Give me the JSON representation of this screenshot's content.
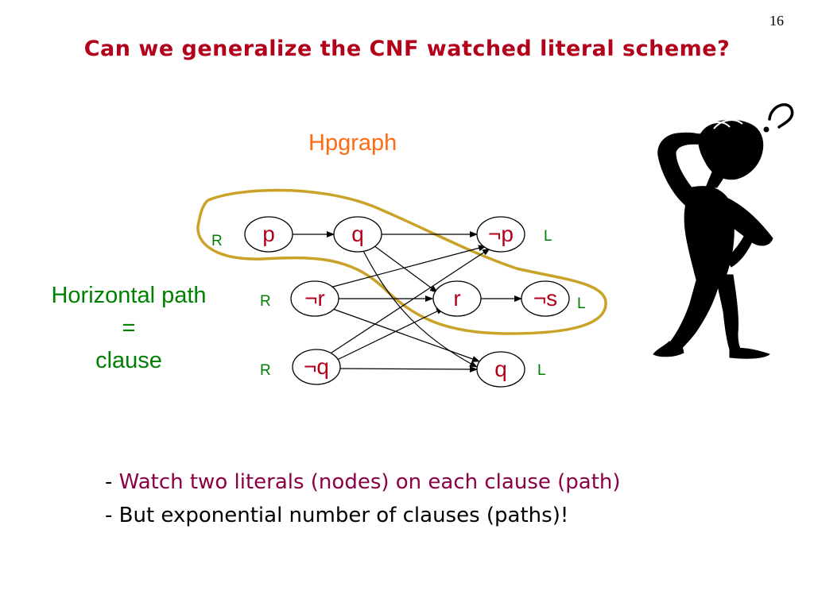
{
  "slide": {
    "page_number": "16",
    "title": "Can we generalize the CNF watched literal scheme?",
    "subtitle": "Hpgraph",
    "side_label": [
      "Horizontal path",
      "=",
      "clause"
    ],
    "bullets": [
      {
        "dash": "- ",
        "text": "Watch two literals (nodes) on each clause (path)"
      },
      {
        "dash": "- ",
        "text": "But exponential number of clauses (paths)!"
      }
    ],
    "colors": {
      "title": "#b3001b",
      "subtitle": "#ff6a13",
      "side_label": "#008000",
      "node_text": "#b3001b",
      "outline": "#c9a227",
      "bullet_1": "#8b0045"
    },
    "thinker_icon": "thinking-person-figure"
  },
  "graph": {
    "nodes": [
      {
        "id": "p1",
        "label": "p"
      },
      {
        "id": "q1",
        "label": "q"
      },
      {
        "id": "np",
        "label": "¬p"
      },
      {
        "id": "nr",
        "label": "¬r"
      },
      {
        "id": "r",
        "label": "r"
      },
      {
        "id": "ns",
        "label": "¬s"
      },
      {
        "id": "nq",
        "label": "¬q"
      },
      {
        "id": "q2",
        "label": "q"
      }
    ],
    "edges": [
      [
        "p1",
        "q1"
      ],
      [
        "q1",
        "np"
      ],
      [
        "q1",
        "r"
      ],
      [
        "q1",
        "q2"
      ],
      [
        "nr",
        "np"
      ],
      [
        "nr",
        "r"
      ],
      [
        "nr",
        "q2"
      ],
      [
        "r",
        "ns"
      ],
      [
        "nq",
        "np"
      ],
      [
        "nq",
        "r"
      ],
      [
        "nq",
        "q2"
      ]
    ],
    "row_labels": [
      {
        "side": "left",
        "text": "R"
      },
      {
        "side": "right",
        "text": "L"
      },
      {
        "side": "left",
        "text": "R"
      },
      {
        "side": "right",
        "text": "L"
      },
      {
        "side": "left",
        "text": "R"
      },
      {
        "side": "right",
        "text": "L"
      }
    ]
  }
}
